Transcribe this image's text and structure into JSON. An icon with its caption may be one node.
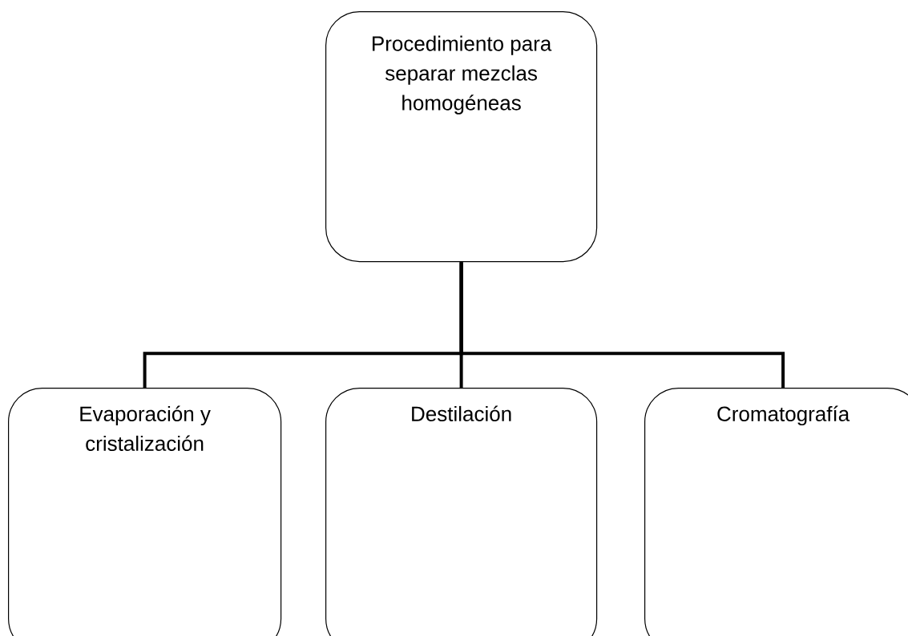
{
  "diagram": {
    "nodes": [
      {
        "text": [
          "Procedimiento para separar mezclas homogéneas"
        ]
      },
      {
        "text": [
          "Evaporación y cristalización"
        ]
      },
      {
        "text": [
          "Destilación"
        ]
      },
      {
        "text": [
          "Cromatografía"
        ]
      }
    ],
    "edges": [
      {
        "from": 0,
        "to": 1,
        "arrow": "none"
      },
      {
        "from": 0,
        "to": 2,
        "arrow": "none"
      },
      {
        "from": 0,
        "to": 3,
        "arrow": "none"
      }
    ]
  }
}
